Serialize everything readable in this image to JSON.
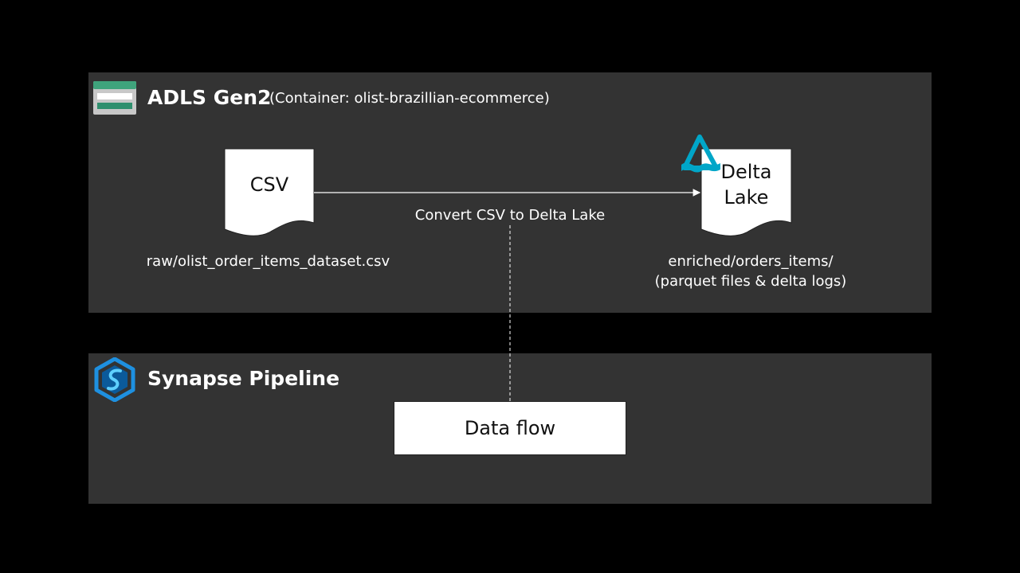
{
  "adls": {
    "title": "ADLS Gen2",
    "subtitle": "(Container: olist-brazillian-ecommerce)",
    "icon": "storage-account-icon"
  },
  "source_doc": {
    "label": "CSV",
    "path": "raw/olist_order_items_dataset.csv"
  },
  "target_doc": {
    "label_line1": "Delta",
    "label_line2": "Lake",
    "path_line1": "enriched/orders_items/",
    "path_line2": "(parquet files & delta logs)",
    "icon": "delta-lake-icon"
  },
  "flow": {
    "arrow_label": "Convert CSV to Delta Lake"
  },
  "synapse": {
    "title": "Synapse Pipeline",
    "icon": "synapse-icon"
  },
  "activity": {
    "label": "Data flow"
  },
  "colors": {
    "background": "#000000",
    "panel": "#333333",
    "accent_blue": "#1e90e0",
    "delta_teal": "#00a6c8"
  }
}
